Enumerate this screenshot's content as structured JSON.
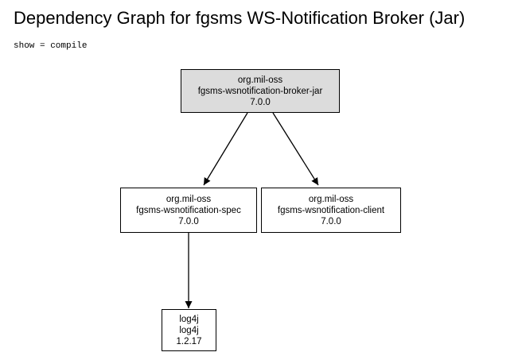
{
  "header": {
    "title": "Dependency Graph for fgsms WS-Notification Broker (Jar)",
    "scope_label": "show = compile"
  },
  "nodes": {
    "broker_jar": {
      "group": "org.mil-oss",
      "artifact": "fgsms-wsnotification-broker-jar",
      "version": "7.0.0"
    },
    "spec": {
      "group": "org.mil-oss",
      "artifact": "fgsms-wsnotification-spec",
      "version": "7.0.0"
    },
    "client": {
      "group": "org.mil-oss",
      "artifact": "fgsms-wsnotification-client",
      "version": "7.0.0"
    },
    "log4j": {
      "group": "log4j",
      "artifact": "log4j",
      "version": "1.2.17"
    }
  },
  "edges": [
    {
      "from": "broker_jar",
      "to": "spec"
    },
    {
      "from": "broker_jar",
      "to": "client"
    },
    {
      "from": "spec",
      "to": "log4j"
    }
  ],
  "colors": {
    "root_fill": "#dcdcdc",
    "node_fill": "#ffffff",
    "stroke": "#000000"
  }
}
